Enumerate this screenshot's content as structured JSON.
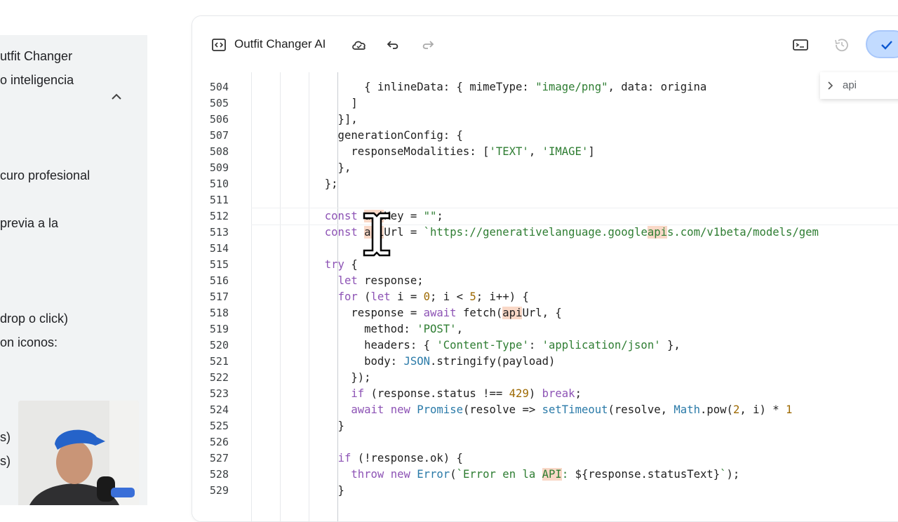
{
  "sidebar": {
    "lines": [
      "utfit Changer",
      "o inteligencia",
      "curo profesional",
      "previa a la",
      "drop o click)",
      "on iconos:",
      "s)",
      "s)"
    ]
  },
  "toolbar": {
    "title": "Outfit Changer AI",
    "icons": [
      "code-bracket-icon",
      "cloud-icon",
      "undo-icon",
      "redo-icon",
      "terminal-icon",
      "history-icon",
      "check-icon"
    ]
  },
  "find": {
    "value": "api"
  },
  "editor": {
    "gutter": [
      "504",
      "505",
      "506",
      "507",
      "508",
      "509",
      "510",
      "511",
      "512",
      "513",
      "514",
      "515",
      "516",
      "517",
      "518",
      "519",
      "520",
      "521",
      "522",
      "523",
      "524",
      "525",
      "526",
      "527",
      "528",
      "529"
    ],
    "colors": {
      "keyword": "#8d53b5",
      "string": "#2e7d32",
      "number": "#9e6a03",
      "builtin": "#2a7aa8",
      "match_highlight": "#f9d8c7",
      "accent_button": "#c2dbff"
    },
    "lines": [
      "        { inlineData: { mimeType: \"image/png\", data: origina",
      "      ]",
      "    }],",
      "    generationConfig: {",
      "      responseModalities: ['TEXT', 'IMAGE']",
      "    },",
      "  };",
      "",
      "  const apiKey = \"\";",
      "  const apiUrl = `https://generativelanguage.googleapis.com/v1beta/models/gem",
      "",
      "  try {",
      "    let response;",
      "    for (let i = 0; i < 5; i++) {",
      "      response = await fetch(apiUrl, {",
      "        method: 'POST',",
      "        headers: { 'Content-Type': 'application/json' },",
      "        body: JSON.stringify(payload)",
      "      });",
      "      if (response.status !== 429) break;",
      "      await new Promise(resolve => setTimeout(resolve, Math.pow(2, i) * 1",
      "    }",
      "",
      "    if (!response.ok) {",
      "      throw new Error(`Error en la API: ${response.statusText}`);",
      "    }"
    ]
  }
}
